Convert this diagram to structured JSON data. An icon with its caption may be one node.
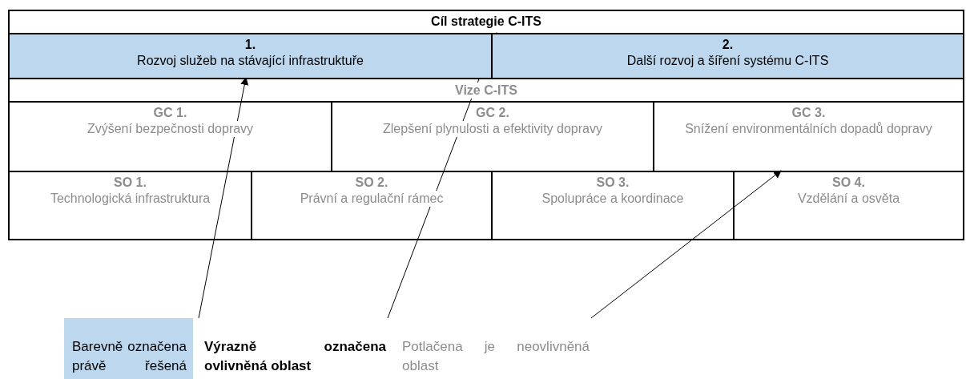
{
  "diagram": {
    "nodes": [
      {
        "text": [
          "Cíl strategie C-ITS"
        ]
      },
      {
        "text": [
          "1.",
          "Rozvoj služeb na stávající infrastruktuře"
        ]
      },
      {
        "text": [
          "2.",
          "Další rozvoj a šíření systému C-ITS"
        ]
      },
      {
        "text": [
          "Vize C-ITS"
        ]
      },
      {
        "text": [
          "GC 1.",
          "Zvýšení bezpečnosti dopravy"
        ]
      },
      {
        "text": [
          "GC 2.",
          "Zlepšení plynulosti a efektivity dopravy"
        ]
      },
      {
        "text": [
          "GC 3.",
          "Snížení environmentálních dopadů dopravy"
        ]
      },
      {
        "text": [
          "SO 1.",
          "Technologická infrastruktura"
        ]
      },
      {
        "text": [
          "SO 2.",
          "Právní a regulační rámec"
        ]
      },
      {
        "text": [
          "SO 3.",
          "Spolupráce a koordinace"
        ]
      },
      {
        "text": [
          "SO 4.",
          "Vzdělání a osvěta"
        ]
      },
      {
        "text": [
          "Barevně označena právě řešená oblast"
        ]
      },
      {
        "text": [
          "Výrazně označena ovlivněná oblast"
        ]
      },
      {
        "text": [
          "Potlačena je neovlivněná oblast"
        ]
      }
    ],
    "edges": [
      {
        "from": 11,
        "to": 1,
        "arrow": "to"
      },
      {
        "from": 12,
        "to": 0,
        "arrow": "to"
      },
      {
        "from": 13,
        "to": 6,
        "arrow": "to"
      }
    ]
  }
}
